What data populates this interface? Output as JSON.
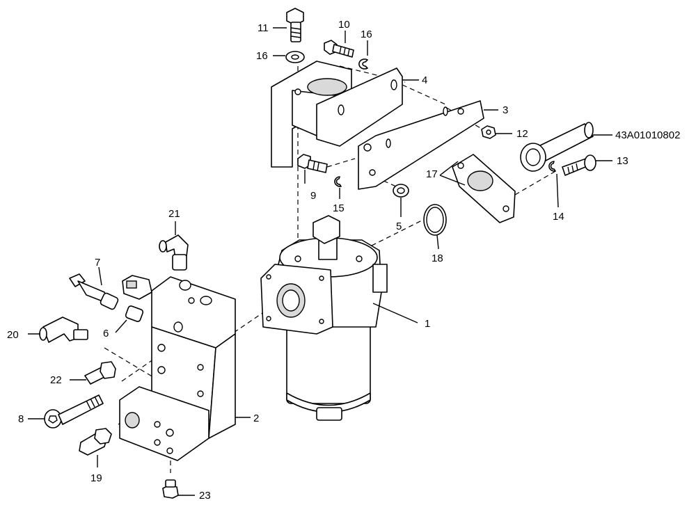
{
  "diagram": {
    "callouts": [
      {
        "id": "c1",
        "label": "1"
      },
      {
        "id": "c2",
        "label": "2"
      },
      {
        "id": "c3",
        "label": "3"
      },
      {
        "id": "c4",
        "label": "4"
      },
      {
        "id": "c5",
        "label": "5"
      },
      {
        "id": "c6",
        "label": "6"
      },
      {
        "id": "c7",
        "label": "7"
      },
      {
        "id": "c8",
        "label": "8"
      },
      {
        "id": "c9",
        "label": "9"
      },
      {
        "id": "c10",
        "label": "10"
      },
      {
        "id": "c11",
        "label": "11"
      },
      {
        "id": "c12",
        "label": "12"
      },
      {
        "id": "c13",
        "label": "13"
      },
      {
        "id": "c14",
        "label": "14"
      },
      {
        "id": "c15",
        "label": "15"
      },
      {
        "id": "c16a",
        "label": "16"
      },
      {
        "id": "c16b",
        "label": "16"
      },
      {
        "id": "c17",
        "label": "17"
      },
      {
        "id": "c18",
        "label": "18"
      },
      {
        "id": "c19",
        "label": "19"
      },
      {
        "id": "c20",
        "label": "20"
      },
      {
        "id": "c21",
        "label": "21"
      },
      {
        "id": "c22",
        "label": "22"
      },
      {
        "id": "c23",
        "label": "23"
      },
      {
        "id": "cpart",
        "label": "43A01010802"
      }
    ]
  }
}
